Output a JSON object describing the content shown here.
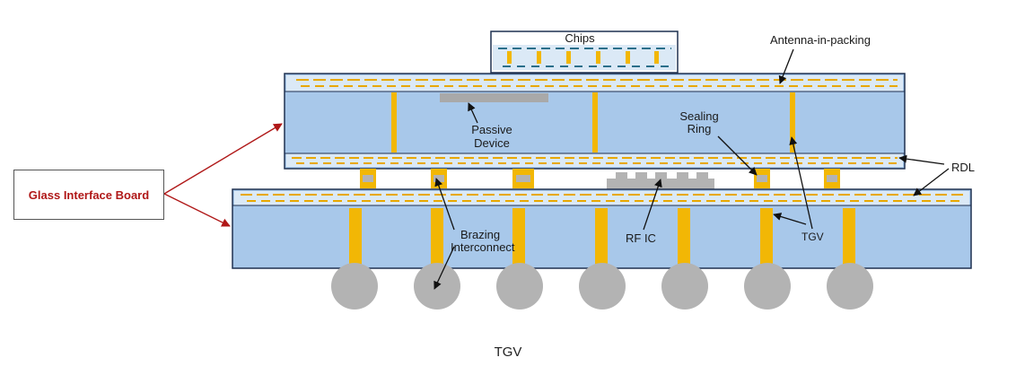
{
  "labels": {
    "chips": "Chips",
    "antenna": "Antenna-in-packing",
    "passive": [
      "Passive",
      "Device"
    ],
    "sealing": [
      "Sealing",
      "Ring"
    ],
    "rdl": "RDL",
    "brazing": [
      "Brazing",
      "Interconnect"
    ],
    "rfic": "RF IC",
    "tgv": "TGV",
    "glass_board": "Glass Interface Board"
  },
  "caption": "TGV",
  "colors": {
    "glass": "#a8c8ea",
    "glass_light": "#dbe9f6",
    "gold": "#f2b705",
    "outline": "#1f3050",
    "solder": "#b3b3b3",
    "arrow": "#111111",
    "brand_red": "#b01818"
  }
}
